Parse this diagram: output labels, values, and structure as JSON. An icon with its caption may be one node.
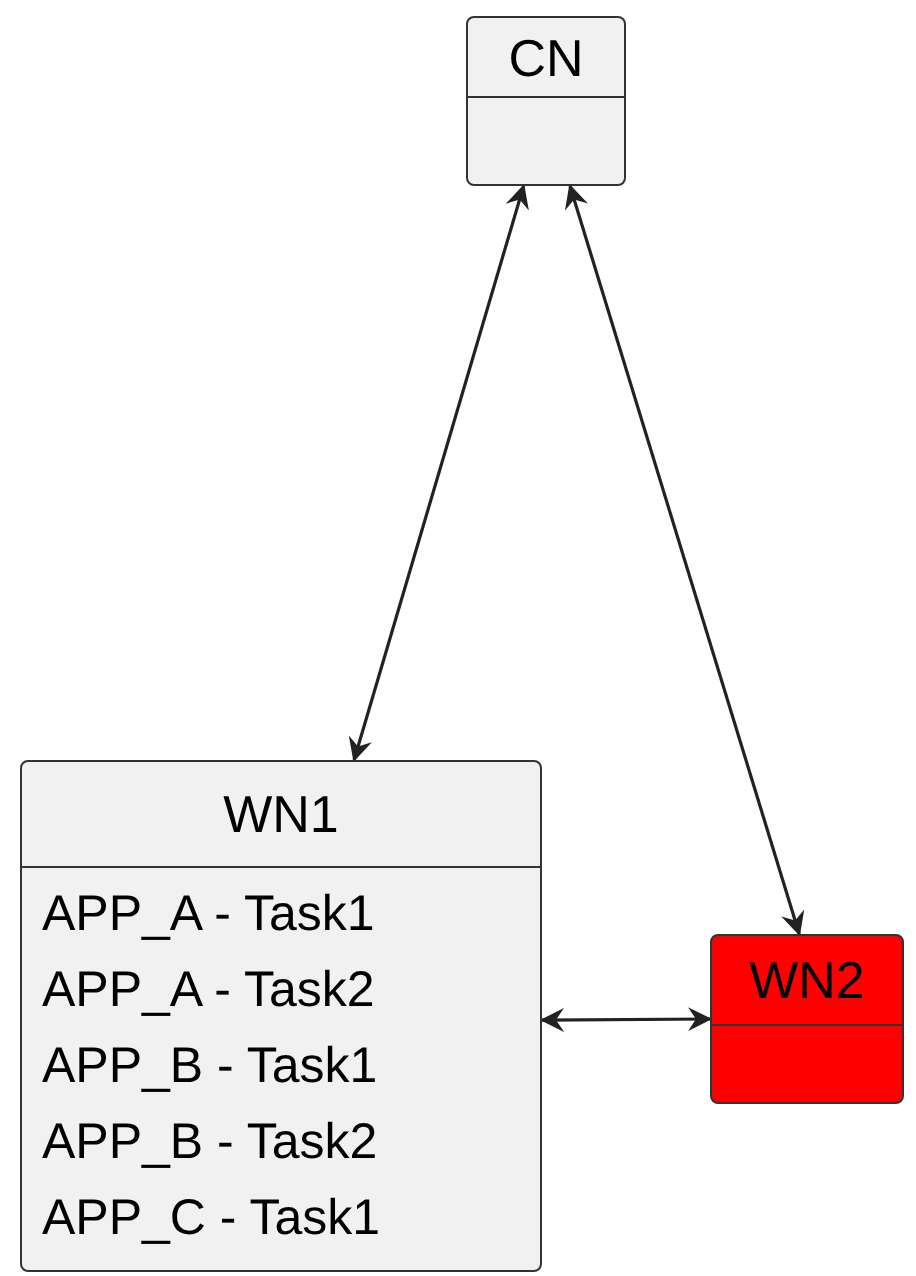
{
  "diagram": {
    "nodes": [
      {
        "text": [
          "CN"
        ]
      },
      {
        "text": [
          "WN1",
          "APP_A - Task1",
          "APP_A - Task2",
          "APP_B - Task1",
          "APP_B - Task2",
          "APP_C - Task1"
        ]
      },
      {
        "text": [
          "WN2"
        ]
      }
    ],
    "edges": [
      {
        "from": 0,
        "to": 1,
        "arrow": "both"
      },
      {
        "from": 0,
        "to": 2,
        "arrow": "both"
      },
      {
        "from": 1,
        "to": 2,
        "arrow": "both"
      }
    ]
  }
}
